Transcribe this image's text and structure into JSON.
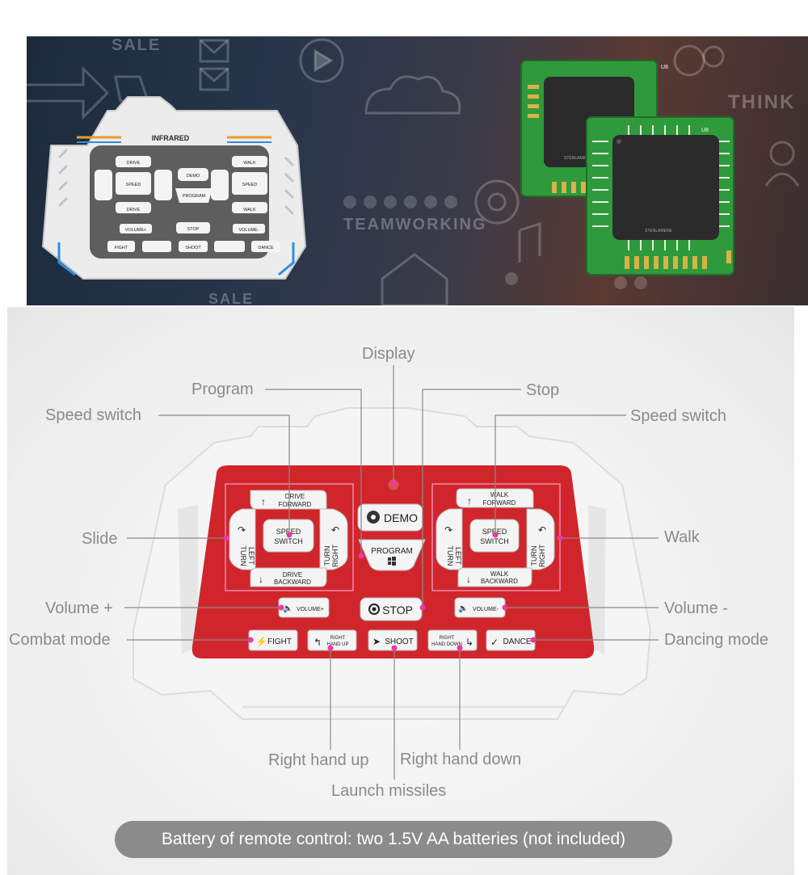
{
  "banner": {
    "ghost_words": [
      "SALE",
      "THINK",
      "TEAMWORKING",
      "SALE"
    ],
    "chip_marks": [
      "U8",
      "U8"
    ],
    "chip_codes": [
      "STENLAMENE",
      "STENLAMENE"
    ]
  },
  "remote": {
    "header": "INFRARED",
    "buttons": {
      "drive_forward": [
        "DRIVE",
        "FORWARD"
      ],
      "drive_backward": [
        "DRIVE",
        "BACKWARD"
      ],
      "turn_left": [
        "TURN",
        "LEFT"
      ],
      "turn_right": [
        "TURN",
        "RIGHT"
      ],
      "speed_switch": [
        "SPEED",
        "SWITCH"
      ],
      "walk_forward": [
        "WALK",
        "FORWARD"
      ],
      "walk_backward": [
        "WALK",
        "BACKWARD"
      ],
      "demo": "DEMO",
      "program": "PROGRAM",
      "stop": "STOP",
      "volume_plus": "VOLUME+",
      "volume_minus": "VOLUME-",
      "fight": "FIGHT",
      "right_hand_up": [
        "RIGHT",
        "HAND UP"
      ],
      "shoot": "SHOOT",
      "right_hand_down": [
        "RIGHT",
        "HAND DOWN"
      ],
      "dance": "DANCE"
    }
  },
  "callouts": {
    "display": "Display",
    "program": "Program",
    "stop": "Stop",
    "speed_switch_left": "Speed switch",
    "speed_switch_right": "Speed switch",
    "slide": "Slide",
    "walk": "Walk",
    "volume_plus": "Volume +",
    "volume_minus": "Volume -",
    "combat_mode": "Combat mode",
    "dancing_mode": "Dancing mode",
    "right_hand_up": "Right hand up",
    "right_hand_down": "Right hand down",
    "launch_missiles": "Launch missiles"
  },
  "footer": {
    "battery_note": "Battery of remote control: two 1.5V AA batteries (not included)"
  },
  "colors": {
    "panel_red": "#d0262b",
    "callout_pink": "#e83aa8",
    "callout_line": "#8a8a8a",
    "pcb_green": "#2f9a3c",
    "gold": "#d8b24a"
  }
}
